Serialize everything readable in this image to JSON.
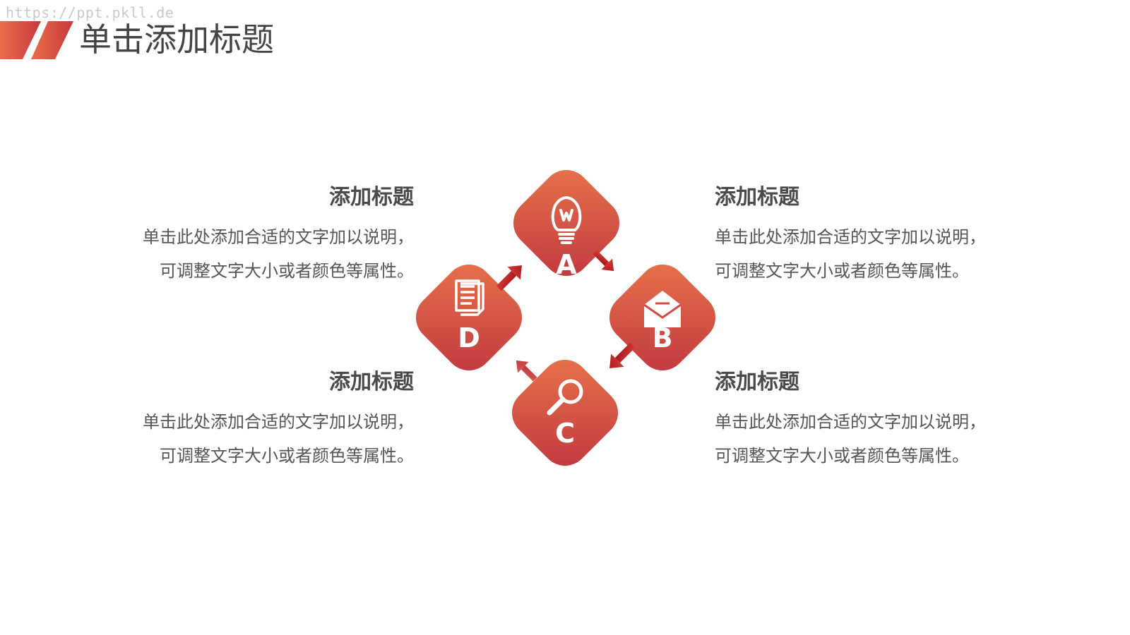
{
  "watermark": "https://ppt.pkll.de",
  "header": {
    "title": "单击添加标题"
  },
  "colors": {
    "accent_light": "#e8704a",
    "accent_dark": "#c23a3e",
    "arrow": "#b81c22"
  },
  "diagram": {
    "nodes": [
      {
        "letter": "A",
        "icon": "lightbulb-icon"
      },
      {
        "letter": "B",
        "icon": "envelope-icon"
      },
      {
        "letter": "C",
        "icon": "magnifier-icon"
      },
      {
        "letter": "D",
        "icon": "document-icon"
      }
    ]
  },
  "blocks": {
    "top_left": {
      "title": "添加标题",
      "line1": "单击此处添加合适的文字加以说明，",
      "line2": "可调整文字大小或者颜色等属性。"
    },
    "top_right": {
      "title": "添加标题",
      "line1": "单击此处添加合适的文字加以说明，",
      "line2": "可调整文字大小或者颜色等属性。"
    },
    "bottom_left": {
      "title": "添加标题",
      "line1": "单击此处添加合适的文字加以说明，",
      "line2": "可调整文字大小或者颜色等属性。"
    },
    "bottom_right": {
      "title": "添加标题",
      "line1": "单击此处添加合适的文字加以说明，",
      "line2": "可调整文字大小或者颜色等属性。"
    }
  }
}
